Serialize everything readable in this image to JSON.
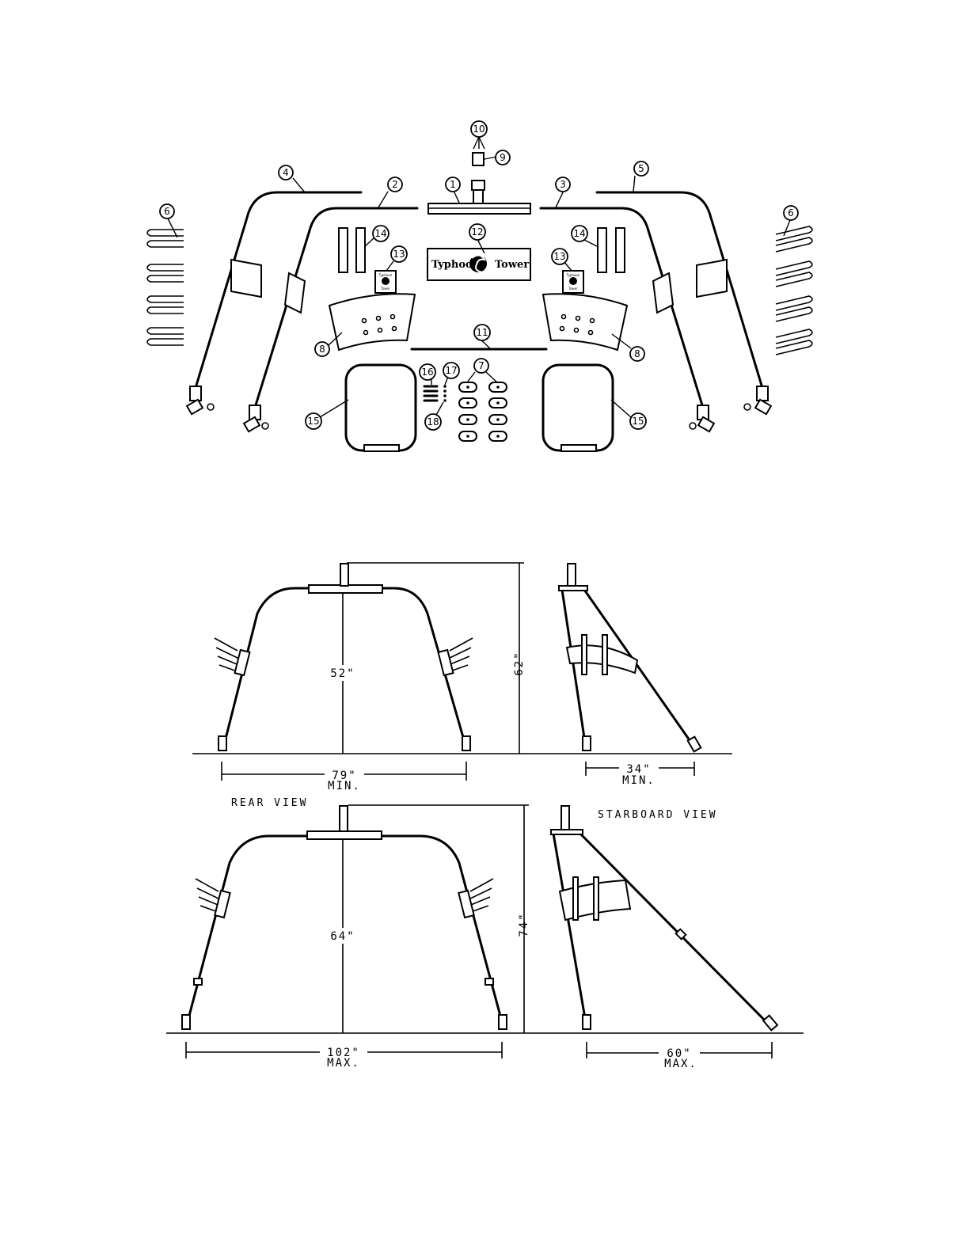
{
  "callouts": [
    "1",
    "2",
    "3",
    "4",
    "5",
    "6",
    "7",
    "8",
    "9",
    "10",
    "11",
    "12",
    "13",
    "14",
    "15",
    "16",
    "17",
    "18"
  ],
  "logo": {
    "left": "Typhoon",
    "right": "Tower",
    "small_top": "Typhoon",
    "small_bottom": "Tower"
  },
  "rear_view": {
    "label": "REAR VIEW",
    "min": {
      "height": "62\"",
      "clearance": "52\"",
      "width": "79\"",
      "width_note": "MIN."
    },
    "max": {
      "height": "74\"",
      "clearance": "64\"",
      "width": "102\"",
      "width_note": "MAX."
    }
  },
  "starboard_view": {
    "label": "STARBOARD VIEW",
    "min": {
      "length": "34\"",
      "note": "MIN."
    },
    "max": {
      "length": "60\"",
      "note": "MAX."
    }
  }
}
